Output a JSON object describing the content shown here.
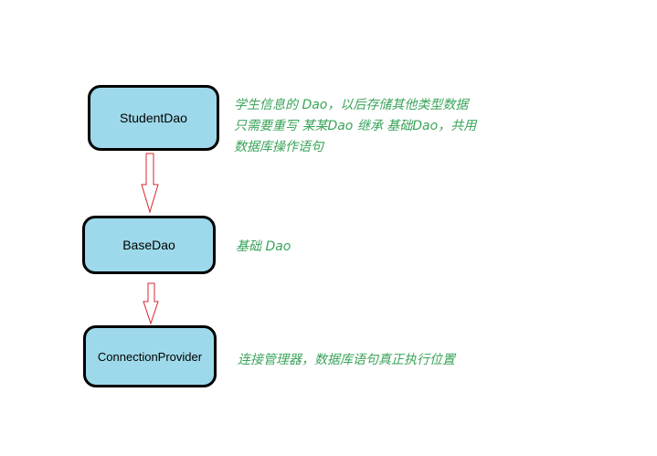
{
  "nodes": {
    "student_dao": "StudentDao",
    "base_dao": "BaseDao",
    "connection_provider": "ConnectionProvider"
  },
  "notes": {
    "student_dao": [
      "学生信息的 Dao，以后存储其他类型数据",
      "只需要重写 某某Dao 继承 基础Dao，共用",
      "数据库操作语句"
    ],
    "base_dao": "基础 Dao",
    "connection_provider": "连接管理器，数据库语句真正执行位置"
  },
  "colors": {
    "node_fill": "#9dd9ea",
    "node_border": "#000000",
    "note_text": "#3aa35a",
    "arrow": "#d9252c"
  }
}
